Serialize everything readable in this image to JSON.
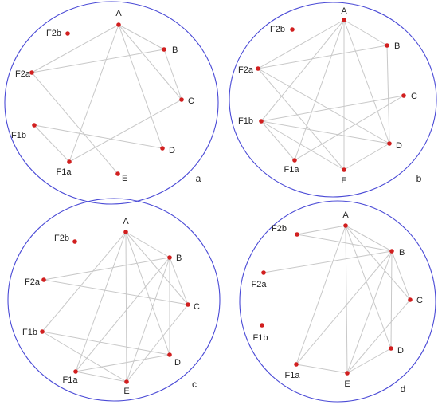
{
  "colors": {
    "circle": "#4a4ad6",
    "node": "#d11f1f",
    "edge": "#c8c8c8",
    "text": "#222222"
  },
  "panels": [
    {
      "label": "a",
      "nodes": [
        {
          "id": "A",
          "label": "A"
        },
        {
          "id": "B",
          "label": "B"
        },
        {
          "id": "C",
          "label": "C"
        },
        {
          "id": "D",
          "label": "D"
        },
        {
          "id": "E",
          "label": "E"
        },
        {
          "id": "F1a",
          "label": "F1a"
        },
        {
          "id": "F1b",
          "label": "F1b"
        },
        {
          "id": "F2a",
          "label": "F2a"
        },
        {
          "id": "F2b",
          "label": "F2b"
        }
      ],
      "edges": [
        [
          "A",
          "B"
        ],
        [
          "A",
          "C"
        ],
        [
          "A",
          "D"
        ],
        [
          "A",
          "F1a"
        ],
        [
          "A",
          "F2a"
        ],
        [
          "B",
          "F2a"
        ],
        [
          "B",
          "C"
        ],
        [
          "C",
          "F1a"
        ],
        [
          "D",
          "F1b"
        ],
        [
          "F1b",
          "F1a"
        ],
        [
          "F2a",
          "E"
        ]
      ]
    },
    {
      "label": "b",
      "nodes": [
        {
          "id": "A",
          "label": "A"
        },
        {
          "id": "B",
          "label": "B"
        },
        {
          "id": "C",
          "label": "C"
        },
        {
          "id": "D",
          "label": "D"
        },
        {
          "id": "E",
          "label": "E"
        },
        {
          "id": "F1a",
          "label": "F1a"
        },
        {
          "id": "F1b",
          "label": "F1b"
        },
        {
          "id": "F2a",
          "label": "F2a"
        },
        {
          "id": "F2b",
          "label": "F2b"
        }
      ],
      "edges": [
        [
          "A",
          "B"
        ],
        [
          "A",
          "D"
        ],
        [
          "A",
          "E"
        ],
        [
          "A",
          "F1a"
        ],
        [
          "A",
          "F2a"
        ],
        [
          "A",
          "F1b"
        ],
        [
          "B",
          "F2a"
        ],
        [
          "B",
          "D"
        ],
        [
          "C",
          "F1b"
        ],
        [
          "C",
          "F1a"
        ],
        [
          "D",
          "F1b"
        ],
        [
          "D",
          "F2a"
        ],
        [
          "E",
          "F1b"
        ],
        [
          "E",
          "F2a"
        ],
        [
          "E",
          "D"
        ],
        [
          "F1b",
          "F1a"
        ]
      ]
    },
    {
      "label": "c",
      "nodes": [
        {
          "id": "A",
          "label": "A"
        },
        {
          "id": "B",
          "label": "B"
        },
        {
          "id": "C",
          "label": "C"
        },
        {
          "id": "D",
          "label": "D"
        },
        {
          "id": "E",
          "label": "E"
        },
        {
          "id": "F1a",
          "label": "F1a"
        },
        {
          "id": "F1b",
          "label": "F1b"
        },
        {
          "id": "F2a",
          "label": "F2a"
        },
        {
          "id": "F2b",
          "label": "F2b"
        }
      ],
      "edges": [
        [
          "A",
          "B"
        ],
        [
          "A",
          "C"
        ],
        [
          "A",
          "D"
        ],
        [
          "A",
          "E"
        ],
        [
          "A",
          "F1a"
        ],
        [
          "A",
          "F1b"
        ],
        [
          "B",
          "F2a"
        ],
        [
          "B",
          "C"
        ],
        [
          "B",
          "D"
        ],
        [
          "B",
          "E"
        ],
        [
          "B",
          "F1a"
        ],
        [
          "C",
          "F2a"
        ],
        [
          "C",
          "E"
        ],
        [
          "D",
          "F1b"
        ],
        [
          "D",
          "F1a"
        ],
        [
          "E",
          "F1b"
        ],
        [
          "E",
          "F1a"
        ]
      ]
    },
    {
      "label": "d",
      "nodes": [
        {
          "id": "A",
          "label": "A"
        },
        {
          "id": "B",
          "label": "B"
        },
        {
          "id": "C",
          "label": "C"
        },
        {
          "id": "D",
          "label": "D"
        },
        {
          "id": "E",
          "label": "E"
        },
        {
          "id": "F1a",
          "label": "F1a"
        },
        {
          "id": "F1b",
          "label": "F1b"
        },
        {
          "id": "F2a",
          "label": "F2a"
        },
        {
          "id": "F2b",
          "label": "F2b"
        }
      ],
      "edges": [
        [
          "A",
          "F2b"
        ],
        [
          "A",
          "B"
        ],
        [
          "A",
          "C"
        ],
        [
          "A",
          "D"
        ],
        [
          "A",
          "E"
        ],
        [
          "A",
          "F1a"
        ],
        [
          "B",
          "F2b"
        ],
        [
          "B",
          "F2a"
        ],
        [
          "B",
          "C"
        ],
        [
          "B",
          "D"
        ],
        [
          "B",
          "E"
        ],
        [
          "C",
          "E"
        ],
        [
          "D",
          "E"
        ],
        [
          "E",
          "F1a"
        ],
        [
          "F1a",
          "B"
        ]
      ]
    }
  ]
}
